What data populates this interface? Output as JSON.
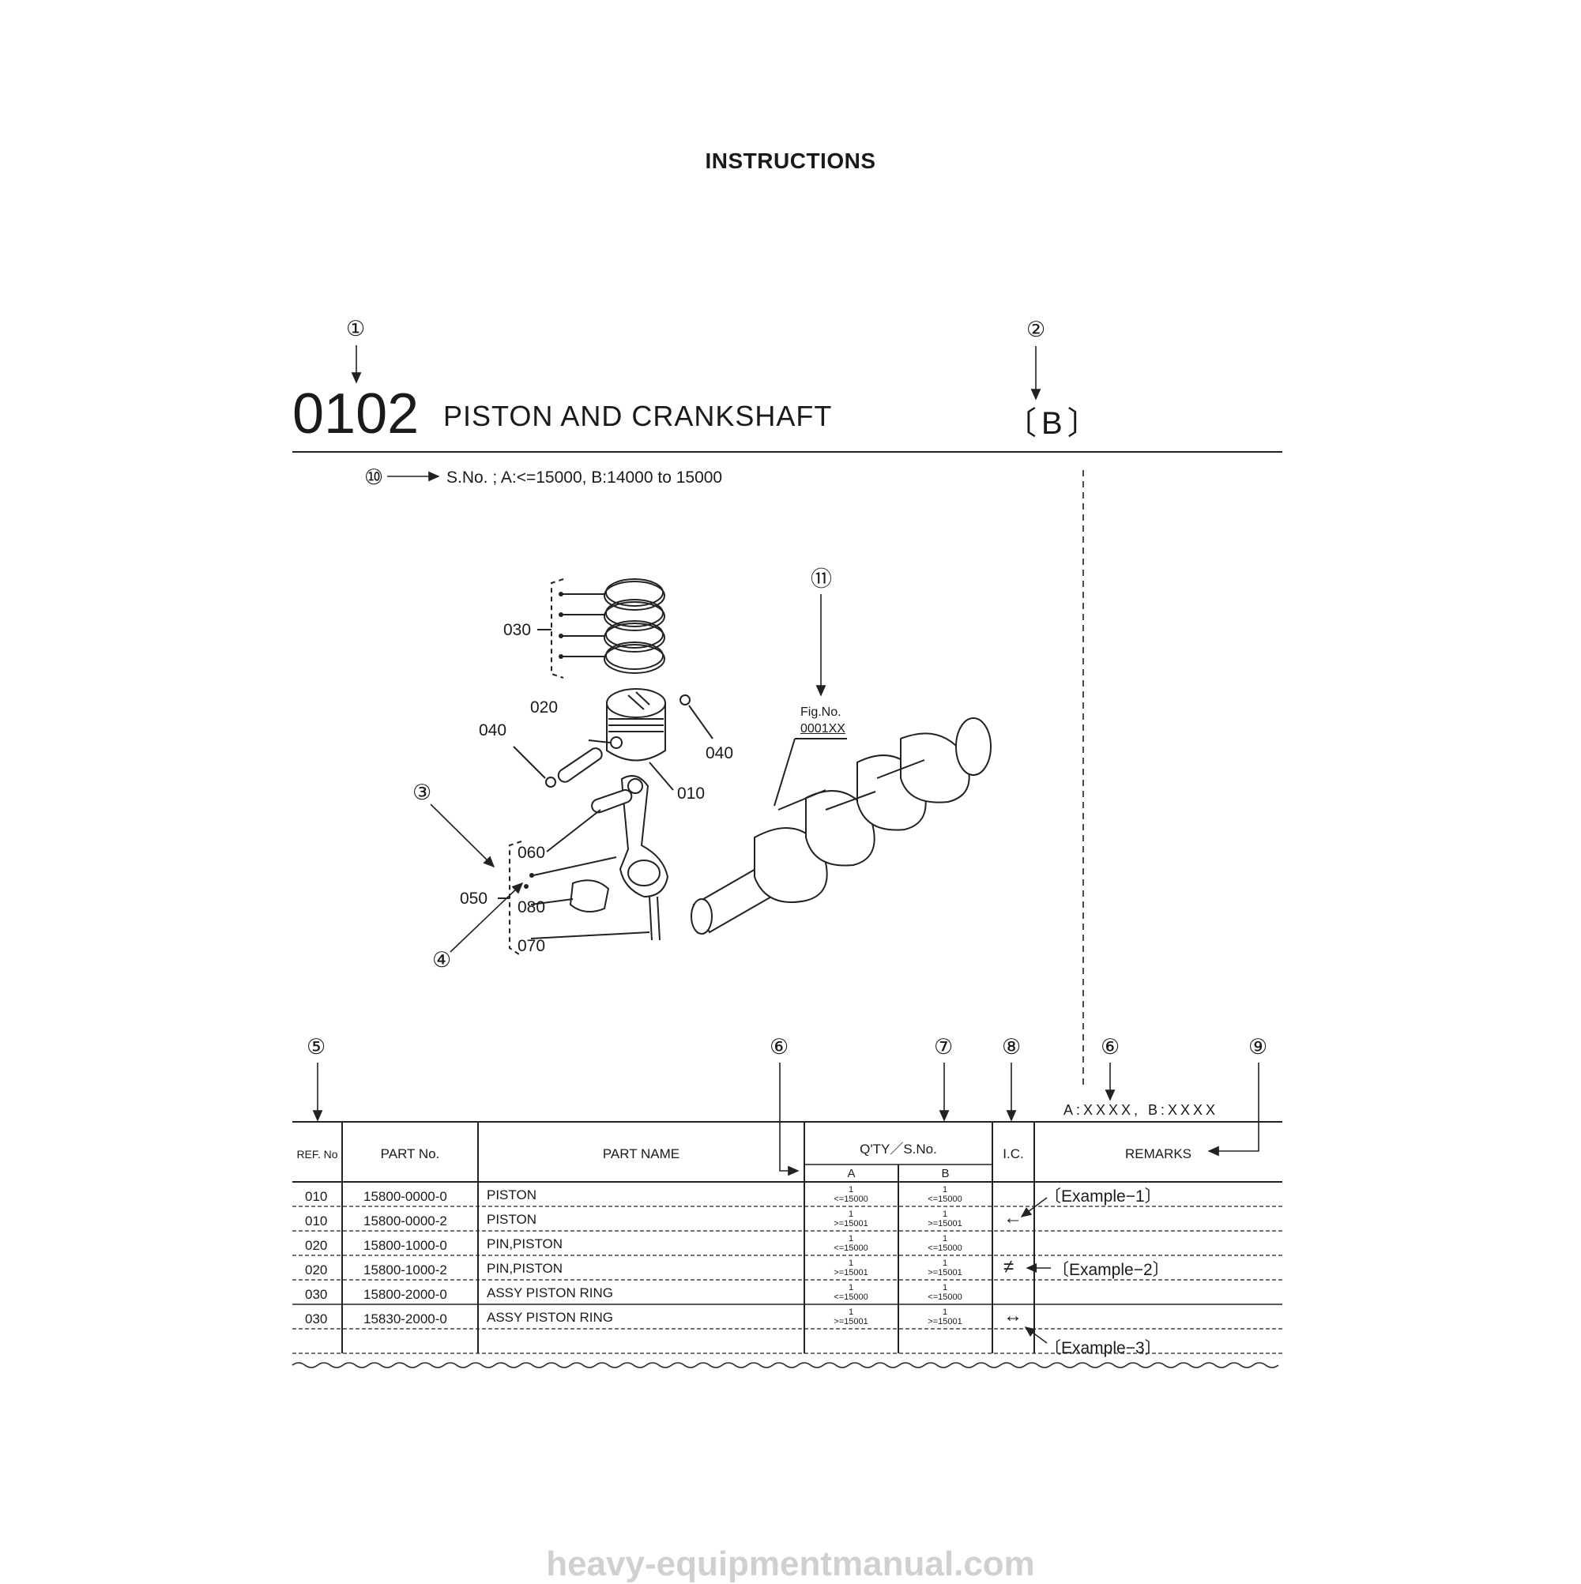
{
  "page": {
    "heading": "INSTRUCTIONS",
    "footer": "heavy-equipmentmanual.com"
  },
  "section": {
    "code": "0102",
    "title": "PISTON AND CRANKSHAFT",
    "model": "〔B〕",
    "serial_note": "S.No. ; A:<=15000, B:14000 to 15000"
  },
  "callouts": [
    "①",
    "②",
    "③",
    "④",
    "⑤",
    "⑥",
    "⑦",
    "⑧",
    "⑥",
    "⑨",
    "⑩",
    "⑪"
  ],
  "figure": {
    "labels": [
      "030",
      "020",
      "040",
      "040",
      "010",
      "060",
      "050",
      "080",
      "070"
    ],
    "fig_no_label": "Fig.No.",
    "fig_no_value": "0001XX"
  },
  "table": {
    "ab_line": "A:XXXX, B:XXXX",
    "headers": {
      "ref": "REF. No",
      "part_no": "PART No.",
      "part_name": "PART NAME",
      "qty": "Q'TY／S.No.",
      "col_a": "A",
      "col_b": "B",
      "ic": "I.C.",
      "remarks": "REMARKS"
    },
    "rows": [
      {
        "ref": "010",
        "part_no": "15800-0000-0",
        "name": "PISTON",
        "qa": "1",
        "sa": "<=15000",
        "qb": "1",
        "sb": "<=15000",
        "ic": "",
        "remark": "〔Example−1〕"
      },
      {
        "ref": "010",
        "part_no": "15800-0000-2",
        "name": "PISTON",
        "qa": "1",
        "sa": ">=15001",
        "qb": "1",
        "sb": ">=15001",
        "ic": "←",
        "remark": ""
      },
      {
        "ref": "020",
        "part_no": "15800-1000-0",
        "name": "PIN,PISTON",
        "qa": "1",
        "sa": "<=15000",
        "qb": "1",
        "sb": "<=15000",
        "ic": "",
        "remark": ""
      },
      {
        "ref": "020",
        "part_no": "15800-1000-2",
        "name": "PIN,PISTON",
        "qa": "1",
        "sa": ">=15001",
        "qb": "1",
        "sb": ">=15001",
        "ic": "≠",
        "remark": "〔Example−2〕"
      },
      {
        "ref": "030",
        "part_no": "15800-2000-0",
        "name": "ASSY PISTON RING",
        "qa": "1",
        "sa": "<=15000",
        "qb": "1",
        "sb": "<=15000",
        "ic": "",
        "remark": ""
      },
      {
        "ref": "030",
        "part_no": "15830-2000-0",
        "name": "ASSY PISTON RING",
        "qa": "1",
        "sa": ">=15001",
        "qb": "1",
        "sb": ">=15001",
        "ic": "↔",
        "remark": ""
      },
      {
        "ref": "",
        "part_no": "",
        "name": "",
        "qa": "",
        "sa": "",
        "qb": "",
        "sb": "",
        "ic": "",
        "remark": "〔Example−3〕"
      }
    ]
  }
}
